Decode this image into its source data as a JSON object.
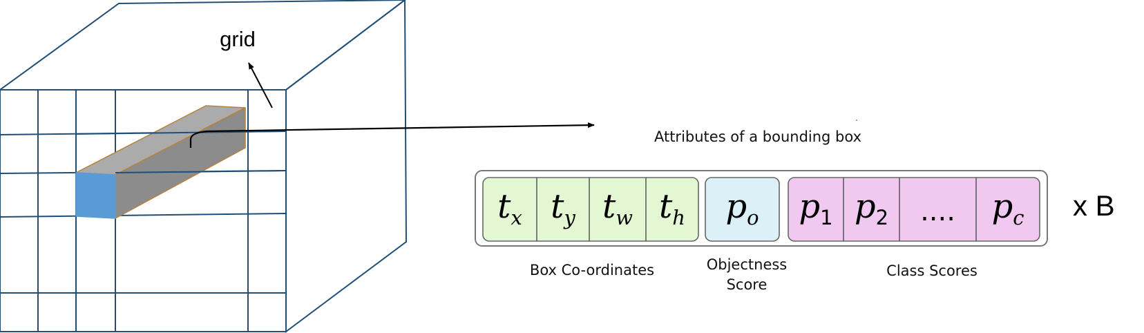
{
  "grid_label": "grid",
  "attributes_title": "Attributes of a bounding box",
  "multiplier": "x B",
  "colors": {
    "grid_line": "#1f4e79",
    "prism_top": "#ababab",
    "prism_side": "#8c8c8c",
    "prism_edge": "#b8813a",
    "cell_face": "#5b9bd5",
    "coord_fill": "#e2f7d2",
    "objectness_fill": "#dcf0f8",
    "class_fill": "#f0c8f0"
  },
  "groups": [
    {
      "name": "box-coordinates",
      "label_lines": [
        "Box Co-ordinates"
      ],
      "cells": [
        {
          "base": "t",
          "sub": "x"
        },
        {
          "base": "t",
          "sub": "y"
        },
        {
          "base": "t",
          "sub": "w"
        },
        {
          "base": "t",
          "sub": "h"
        }
      ]
    },
    {
      "name": "objectness-score",
      "label_lines": [
        "Objectness",
        "Score"
      ],
      "cells": [
        {
          "base": "p",
          "sub": "o"
        }
      ]
    },
    {
      "name": "class-scores",
      "label_lines": [
        "Class Scores"
      ],
      "cells": [
        {
          "base": "p",
          "sub": "1"
        },
        {
          "base": "p",
          "sub": "2"
        },
        {
          "base": "....",
          "sub": ""
        },
        {
          "base": "p",
          "sub": "c"
        }
      ]
    }
  ]
}
